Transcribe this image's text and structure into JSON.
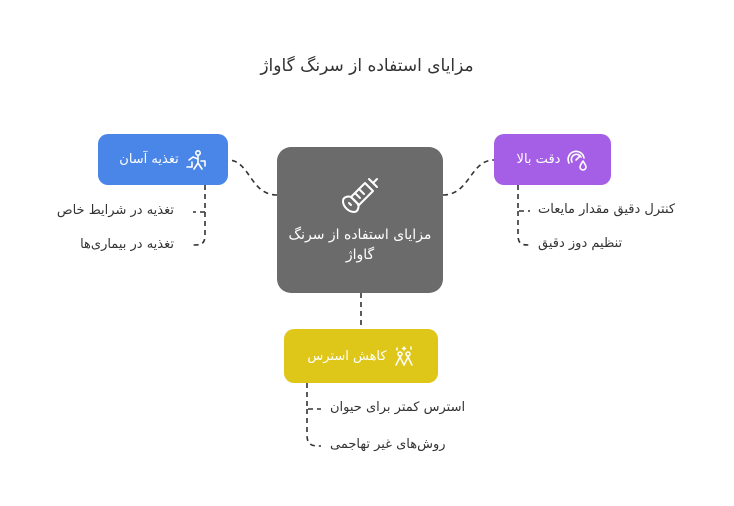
{
  "title": "مزایای استفاده از سرنگ گاواژ",
  "center": {
    "label": "مزایای استفاده از سرنگ گاواژ",
    "icon": "syringe-icon"
  },
  "branches": {
    "easy_feeding": {
      "label": "تغذیه آسان",
      "icon": "feeding-person-icon",
      "color": "#4a86e8",
      "items": [
        "تغذیه در شرایط خاص",
        "تغذیه در بیماری‌ها"
      ]
    },
    "precision": {
      "label": "دقت بالا",
      "icon": "gauge-drop-icon",
      "color": "#a55ee6",
      "items": [
        "کنترل دقیق مقدار مایعات",
        "تنظیم دوز دقیق"
      ]
    },
    "stress": {
      "label": "کاهش استرس",
      "icon": "people-sparkle-icon",
      "color": "#dfc71a",
      "items": [
        "استرس کمتر برای حیوان",
        "روش‌های غیر تهاجمی"
      ]
    }
  }
}
